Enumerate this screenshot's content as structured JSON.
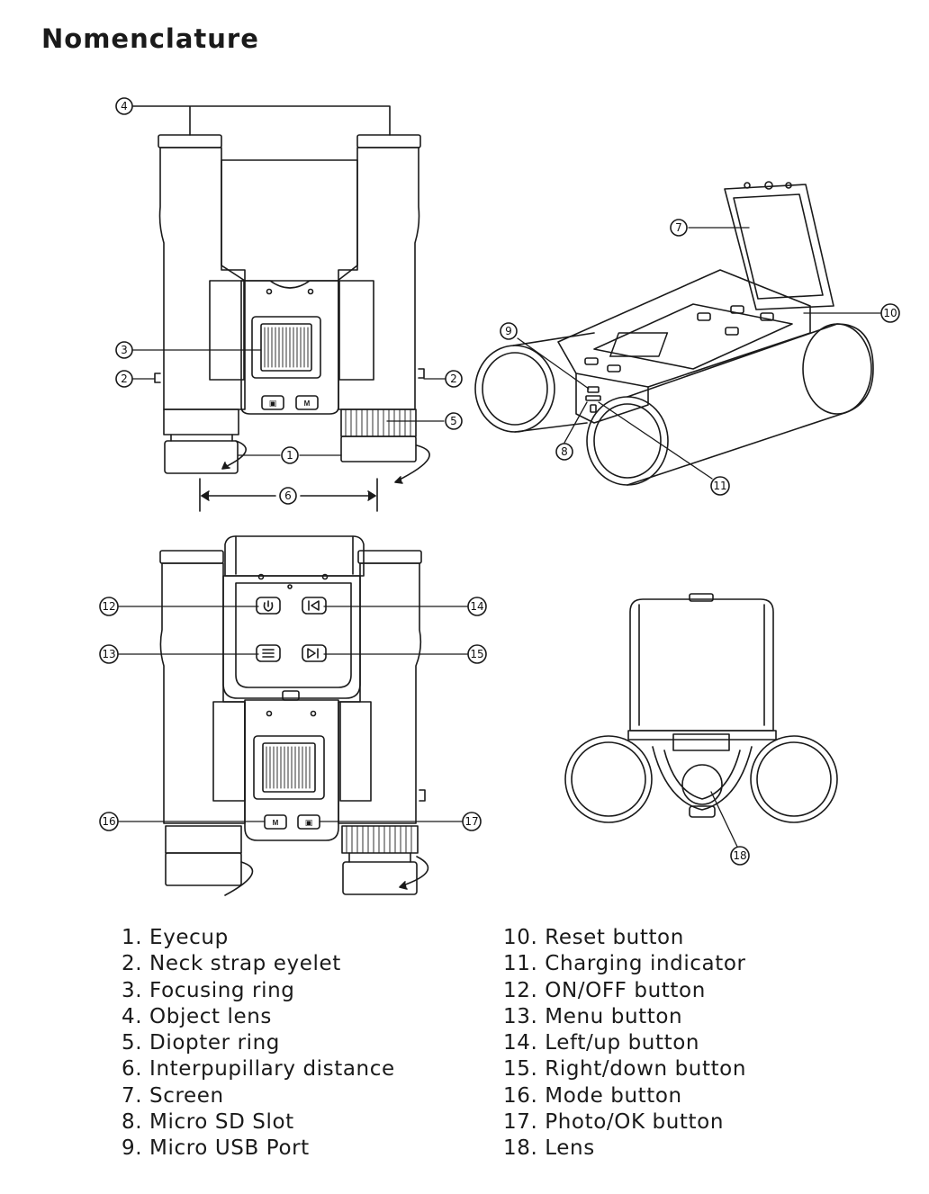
{
  "page": {
    "title": "Nomenclature"
  },
  "callouts": [
    "1",
    "2",
    "3",
    "4",
    "5",
    "6",
    "7",
    "8",
    "9",
    "10",
    "11",
    "12",
    "13",
    "14",
    "15",
    "16",
    "17",
    "18"
  ],
  "legend": {
    "left": [
      "1. Eyecup",
      "2. Neck strap eyelet",
      "3. Focusing ring",
      "4. Object lens",
      "5. Diopter ring",
      "6. Interpupillary distance",
      "7. Screen",
      "8. Micro SD Slot",
      "9. Micro USB Port"
    ],
    "right": [
      "10. Reset button",
      "11. Charging indicator",
      "12. ON/OFF button",
      "13. Menu button",
      "14. Left/up button",
      "15. Right/down button",
      "16. Mode button",
      "17. Photo/OK button",
      "18. Lens"
    ]
  },
  "button_glyphs": {
    "mode": "M",
    "photo": "▣"
  },
  "colors": {
    "ink": "#1a1a1a",
    "background": "#ffffff"
  }
}
